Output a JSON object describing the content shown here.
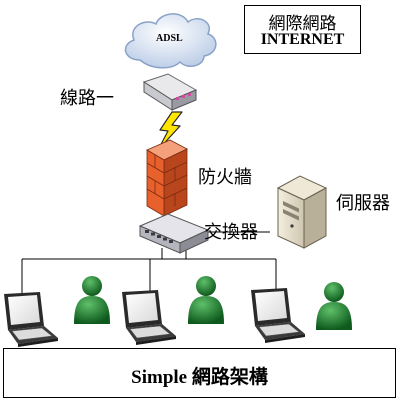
{
  "header": {
    "title_zh": "網際網路",
    "title_en": "INTERNET"
  },
  "cloud": {
    "label": "ADSL"
  },
  "labels": {
    "line1": "線路一",
    "firewall": "防火牆",
    "switch": "交換器",
    "server": "伺服器"
  },
  "footer": {
    "caption": "Simple 網路架構"
  },
  "colors": {
    "cloud": "#dbe6f5",
    "lightning": "#ffe600",
    "firewall": "#e8612c",
    "user": "#1f7a2f",
    "line": "#000000"
  },
  "icons": [
    "cloud-icon",
    "router-icon",
    "lightning-icon",
    "firewall-icon",
    "switch-icon",
    "server-icon",
    "laptop-icon",
    "user-icon"
  ]
}
